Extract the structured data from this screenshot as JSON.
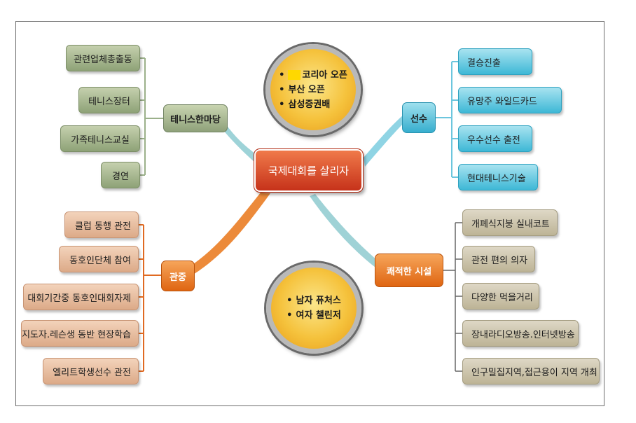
{
  "center": {
    "label": "국제대회를 살리자"
  },
  "circles": {
    "top": {
      "items": [
        "코리아 오픈",
        "부산 오픈",
        "삼성증권배"
      ]
    },
    "bottom": {
      "items": [
        "남자 퓨처스",
        "여자 챌린저"
      ]
    }
  },
  "branches": {
    "tennis_madang": {
      "label": "테니스한마당",
      "items": [
        "관련업체총출동",
        "테니스장터",
        "가족테니스교실",
        "경연"
      ]
    },
    "players": {
      "label": "선수",
      "items": [
        "결승진출",
        "유망주 와일드카드",
        "우수선수 출전",
        "현대테니스기술"
      ]
    },
    "audience": {
      "label": "관중",
      "items": [
        "클럽 동행 관전",
        "동호인단체 참여",
        "대회기간중 동호인대회자제",
        "지도자.레슨생 동반 현장학습",
        "엘리트학생선수 관전"
      ]
    },
    "facilities": {
      "label": "쾌적한 시설",
      "items": [
        "개폐식지붕 실내코트",
        "관전 편의 의자",
        "다양한 먹을거리",
        "장내라디오방송.인터넷방송",
        "인구밀집지역,접근용이 지역 개최"
      ]
    }
  },
  "colors": {
    "tennis_madang": "#94a67e",
    "players": "#3eb3d3",
    "audience": "#e3691b",
    "facilities": "#e3691b",
    "center": "#d9451f"
  }
}
